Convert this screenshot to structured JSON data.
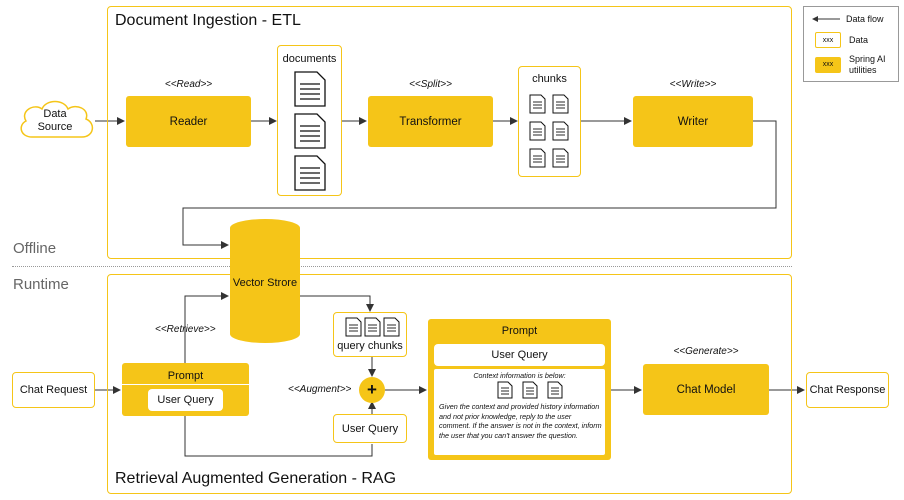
{
  "sections": {
    "etl_title": "Document Ingestion - ETL",
    "rag_title": "Retrieval Augmented Generation - RAG",
    "offline": "Offline",
    "runtime": "Runtime"
  },
  "legend": {
    "data_flow": "Data flow",
    "chip_text": "xxx",
    "data": "Data",
    "utilities": "Spring AI utilities"
  },
  "etl": {
    "data_source": "Data Source",
    "read": "<<Read>>",
    "reader": "Reader",
    "documents": "documents",
    "split": "<<Split>>",
    "transformer": "Transformer",
    "chunks": "chunks",
    "write": "<<Write>>",
    "writer": "Writer",
    "vector_store": "Vector Strore"
  },
  "rag": {
    "chat_request": "Chat Request",
    "prompt_label": "Prompt",
    "user_query": "User Query",
    "retrieve": "<<Retrieve>>",
    "augment": "<<Augment>>",
    "plus": "+",
    "query_chunks": "query chunks",
    "query_user_query": "User Query",
    "big_prompt_label": "Prompt",
    "big_prompt_user_query": "User Query",
    "context_info": "Context information is below:",
    "instruction": "Given the context and provided history information and not prior knowledge, reply to the user comment. If the answer is not in the context, inform the user that you can't answer the question.",
    "generate": "<<Generate>>",
    "chat_model": "Chat Model",
    "chat_response": "Chat Response"
  },
  "colors": {
    "accent": "#f5c518",
    "line": "#333333"
  }
}
